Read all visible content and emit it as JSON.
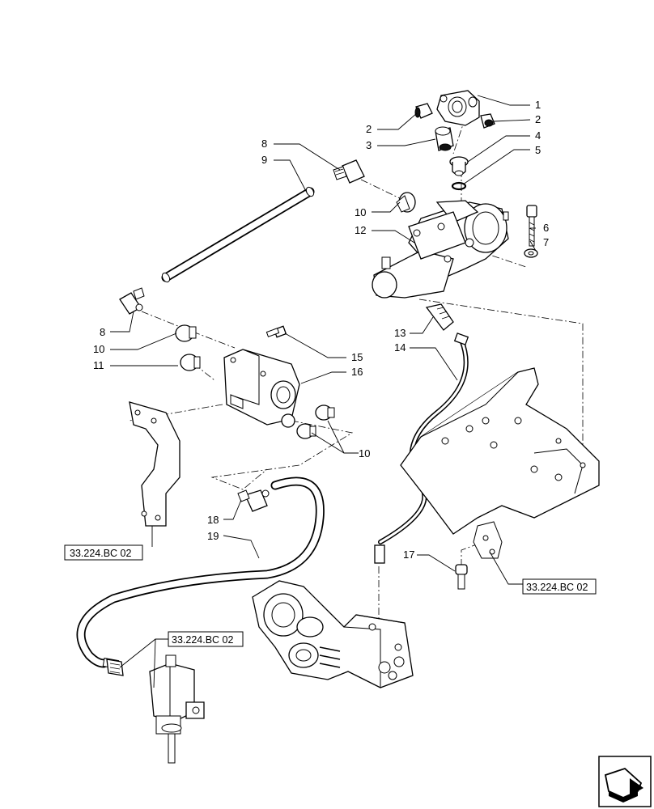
{
  "callouts": {
    "c1": "1",
    "c2a": "2",
    "c2b": "2",
    "c3": "3",
    "c4": "4",
    "c5": "5",
    "c6": "6",
    "c7": "7",
    "c8a": "8",
    "c8b": "8",
    "c9": "9",
    "c10a": "10",
    "c10b": "10",
    "c10c": "10",
    "c11": "11",
    "c12": "12",
    "c13": "13",
    "c14": "14",
    "c15": "15",
    "c16": "16",
    "c17": "17",
    "c18": "18",
    "c19": "19"
  },
  "references": {
    "ref_left": "33.224.BC 02",
    "ref_right": "33.224.BC 02",
    "ref_bottom": "33.224.BC 02"
  },
  "nav_icon": "next-page-arrow-icon"
}
